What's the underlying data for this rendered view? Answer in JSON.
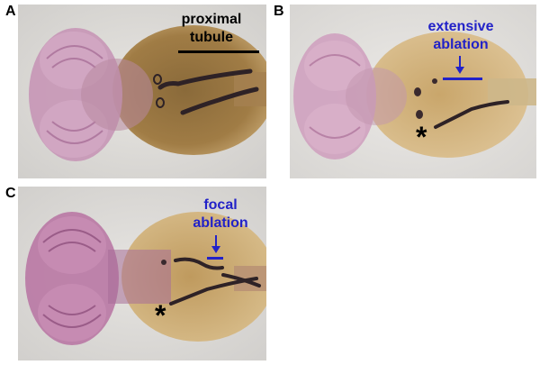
{
  "figure": {
    "panel_a": {
      "letter": "A",
      "label_line1": "proximal",
      "label_line2": "tubule",
      "marker": ""
    },
    "panel_b": {
      "letter": "B",
      "label_line1": "extensive",
      "label_line2": "ablation",
      "marker": "*"
    },
    "panel_c": {
      "letter": "C",
      "label_line1": "focal",
      "label_line2": "ablation",
      "marker": "*"
    }
  },
  "colors": {
    "annotation_black": "#000000",
    "annotation_blue": "#2222c8",
    "background_grey": "#d8d7d5",
    "stain_purple": "#b77fa4",
    "tissue_tan": "#b38a4e",
    "tubule_dark": "#3a2a2e"
  }
}
